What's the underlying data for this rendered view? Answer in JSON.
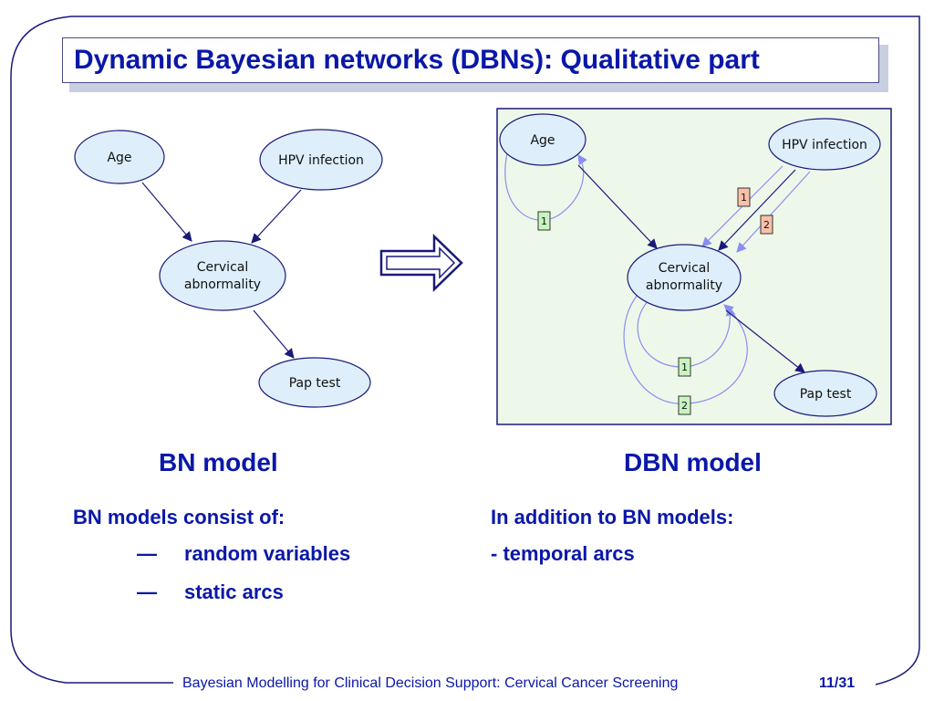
{
  "title": "Dynamic Bayesian networks (DBNs): Qualitative part",
  "bn": {
    "heading": "BN model",
    "nodes": {
      "age": "Age",
      "hpv": "HPV infection",
      "cervical_1": "Cervical",
      "cervical_2": "abnormality",
      "pap": "Pap test"
    },
    "intro": "BN models consist of:",
    "bullets": [
      "random variables",
      "static arcs"
    ],
    "dash": "—"
  },
  "dbn": {
    "heading": "DBN model",
    "nodes": {
      "age": "Age",
      "hpv": "HPV infection",
      "cervical_1": "Cervical",
      "cervical_2": "abnormality",
      "pap": "Pap test"
    },
    "badges": {
      "age_loop": "1",
      "hpv_1": "1",
      "hpv_2": "2",
      "cerv_1": "1",
      "cerv_2": "2"
    },
    "intro": "In addition to BN models:",
    "bullets": [
      "- temporal arcs"
    ],
    "colors": {
      "background": "#eef8ea",
      "node_fill": "#deeefa",
      "static_arc": "#1a1a7a",
      "temporal_arc": "#8a8ef0",
      "badge_green": "#c8f4c0",
      "badge_orange": "#f8c0a8"
    }
  },
  "footer": {
    "text": "Bayesian Modelling for Clinical Decision Support: Cervical Cancer Screening",
    "page": "11/31"
  }
}
